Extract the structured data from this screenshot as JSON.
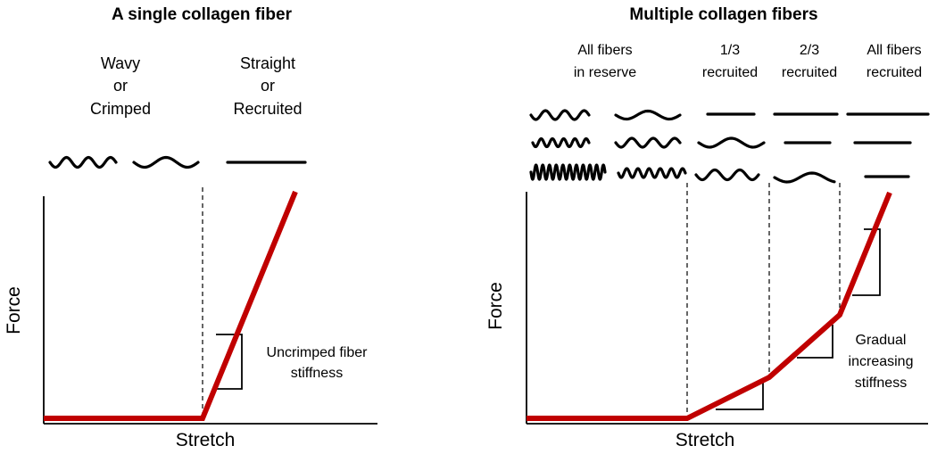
{
  "left_panel": {
    "title": "A single collagen fiber",
    "state_wavy": [
      "Wavy",
      "or",
      "Crimped"
    ],
    "state_straight": [
      "Straight",
      "or",
      "Recruited"
    ],
    "annotation": [
      "Uncrimped fiber",
      "stiffness"
    ],
    "y_axis_label": "Force",
    "x_axis_label": "Stretch"
  },
  "right_panel": {
    "title": "Multiple collagen fibers",
    "stage_reserve": [
      "All fibers",
      "in reserve"
    ],
    "stage_one_third": [
      "1/3",
      "recruited"
    ],
    "stage_two_thirds": [
      "2/3",
      "recruited"
    ],
    "stage_all": [
      "All fibers",
      "recruited"
    ],
    "annotation": [
      "Gradual",
      "increasing",
      "stiffness"
    ],
    "y_axis_label": "Force",
    "x_axis_label": "Stretch"
  },
  "colors": {
    "curve": "#c00000",
    "ink": "#000000"
  }
}
